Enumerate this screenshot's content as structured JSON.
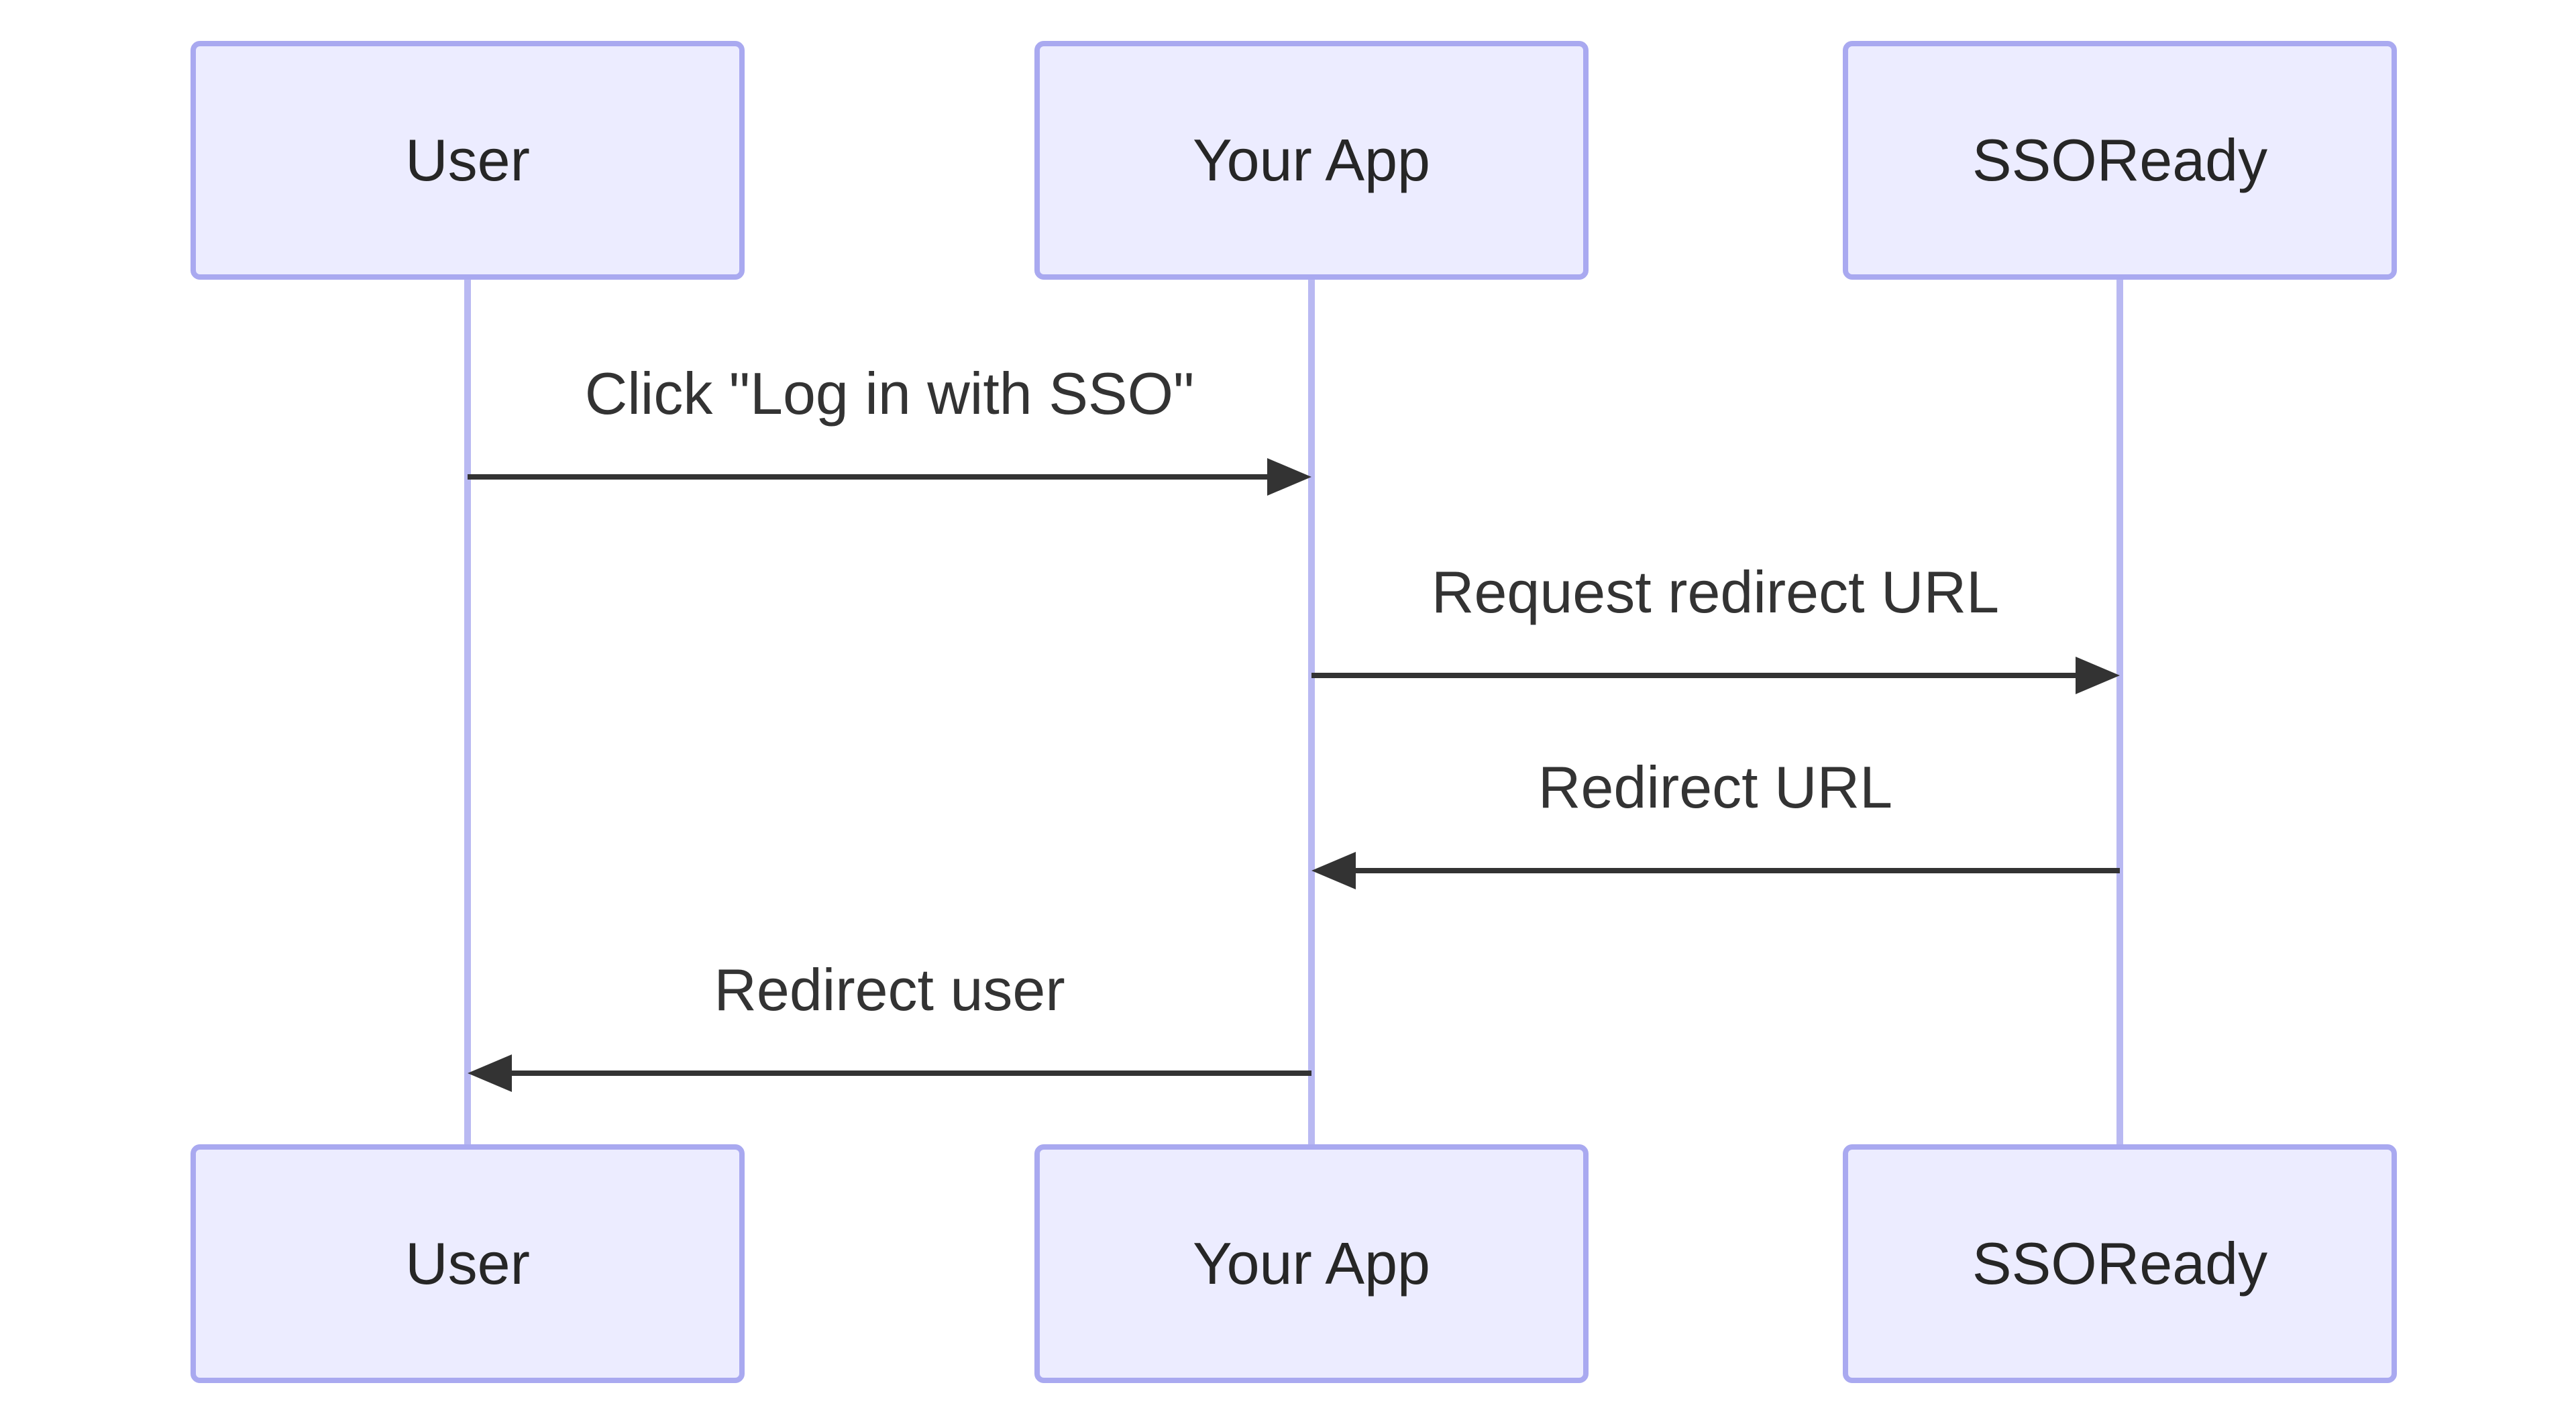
{
  "diagram": {
    "type": "sequence-diagram",
    "background": "#ffffff",
    "colors": {
      "actor_fill": "#ececff",
      "actor_border": "#a9a9f0",
      "lifeline": "#b9b9f2",
      "message_line": "#333333",
      "message_text": "#333333",
      "actor_text": "#262626"
    },
    "actors": [
      {
        "id": "user",
        "label": "User"
      },
      {
        "id": "your-app",
        "label": "Your App"
      },
      {
        "id": "ssoready",
        "label": "SSOReady"
      }
    ],
    "messages": [
      {
        "from": "user",
        "to": "your-app",
        "direction": "right",
        "label": "Click \"Log in with SSO\""
      },
      {
        "from": "your-app",
        "to": "ssoready",
        "direction": "right",
        "label": "Request redirect URL"
      },
      {
        "from": "ssoready",
        "to": "your-app",
        "direction": "left",
        "label": "Redirect URL"
      },
      {
        "from": "your-app",
        "to": "user",
        "direction": "left",
        "label": "Redirect user"
      }
    ]
  }
}
